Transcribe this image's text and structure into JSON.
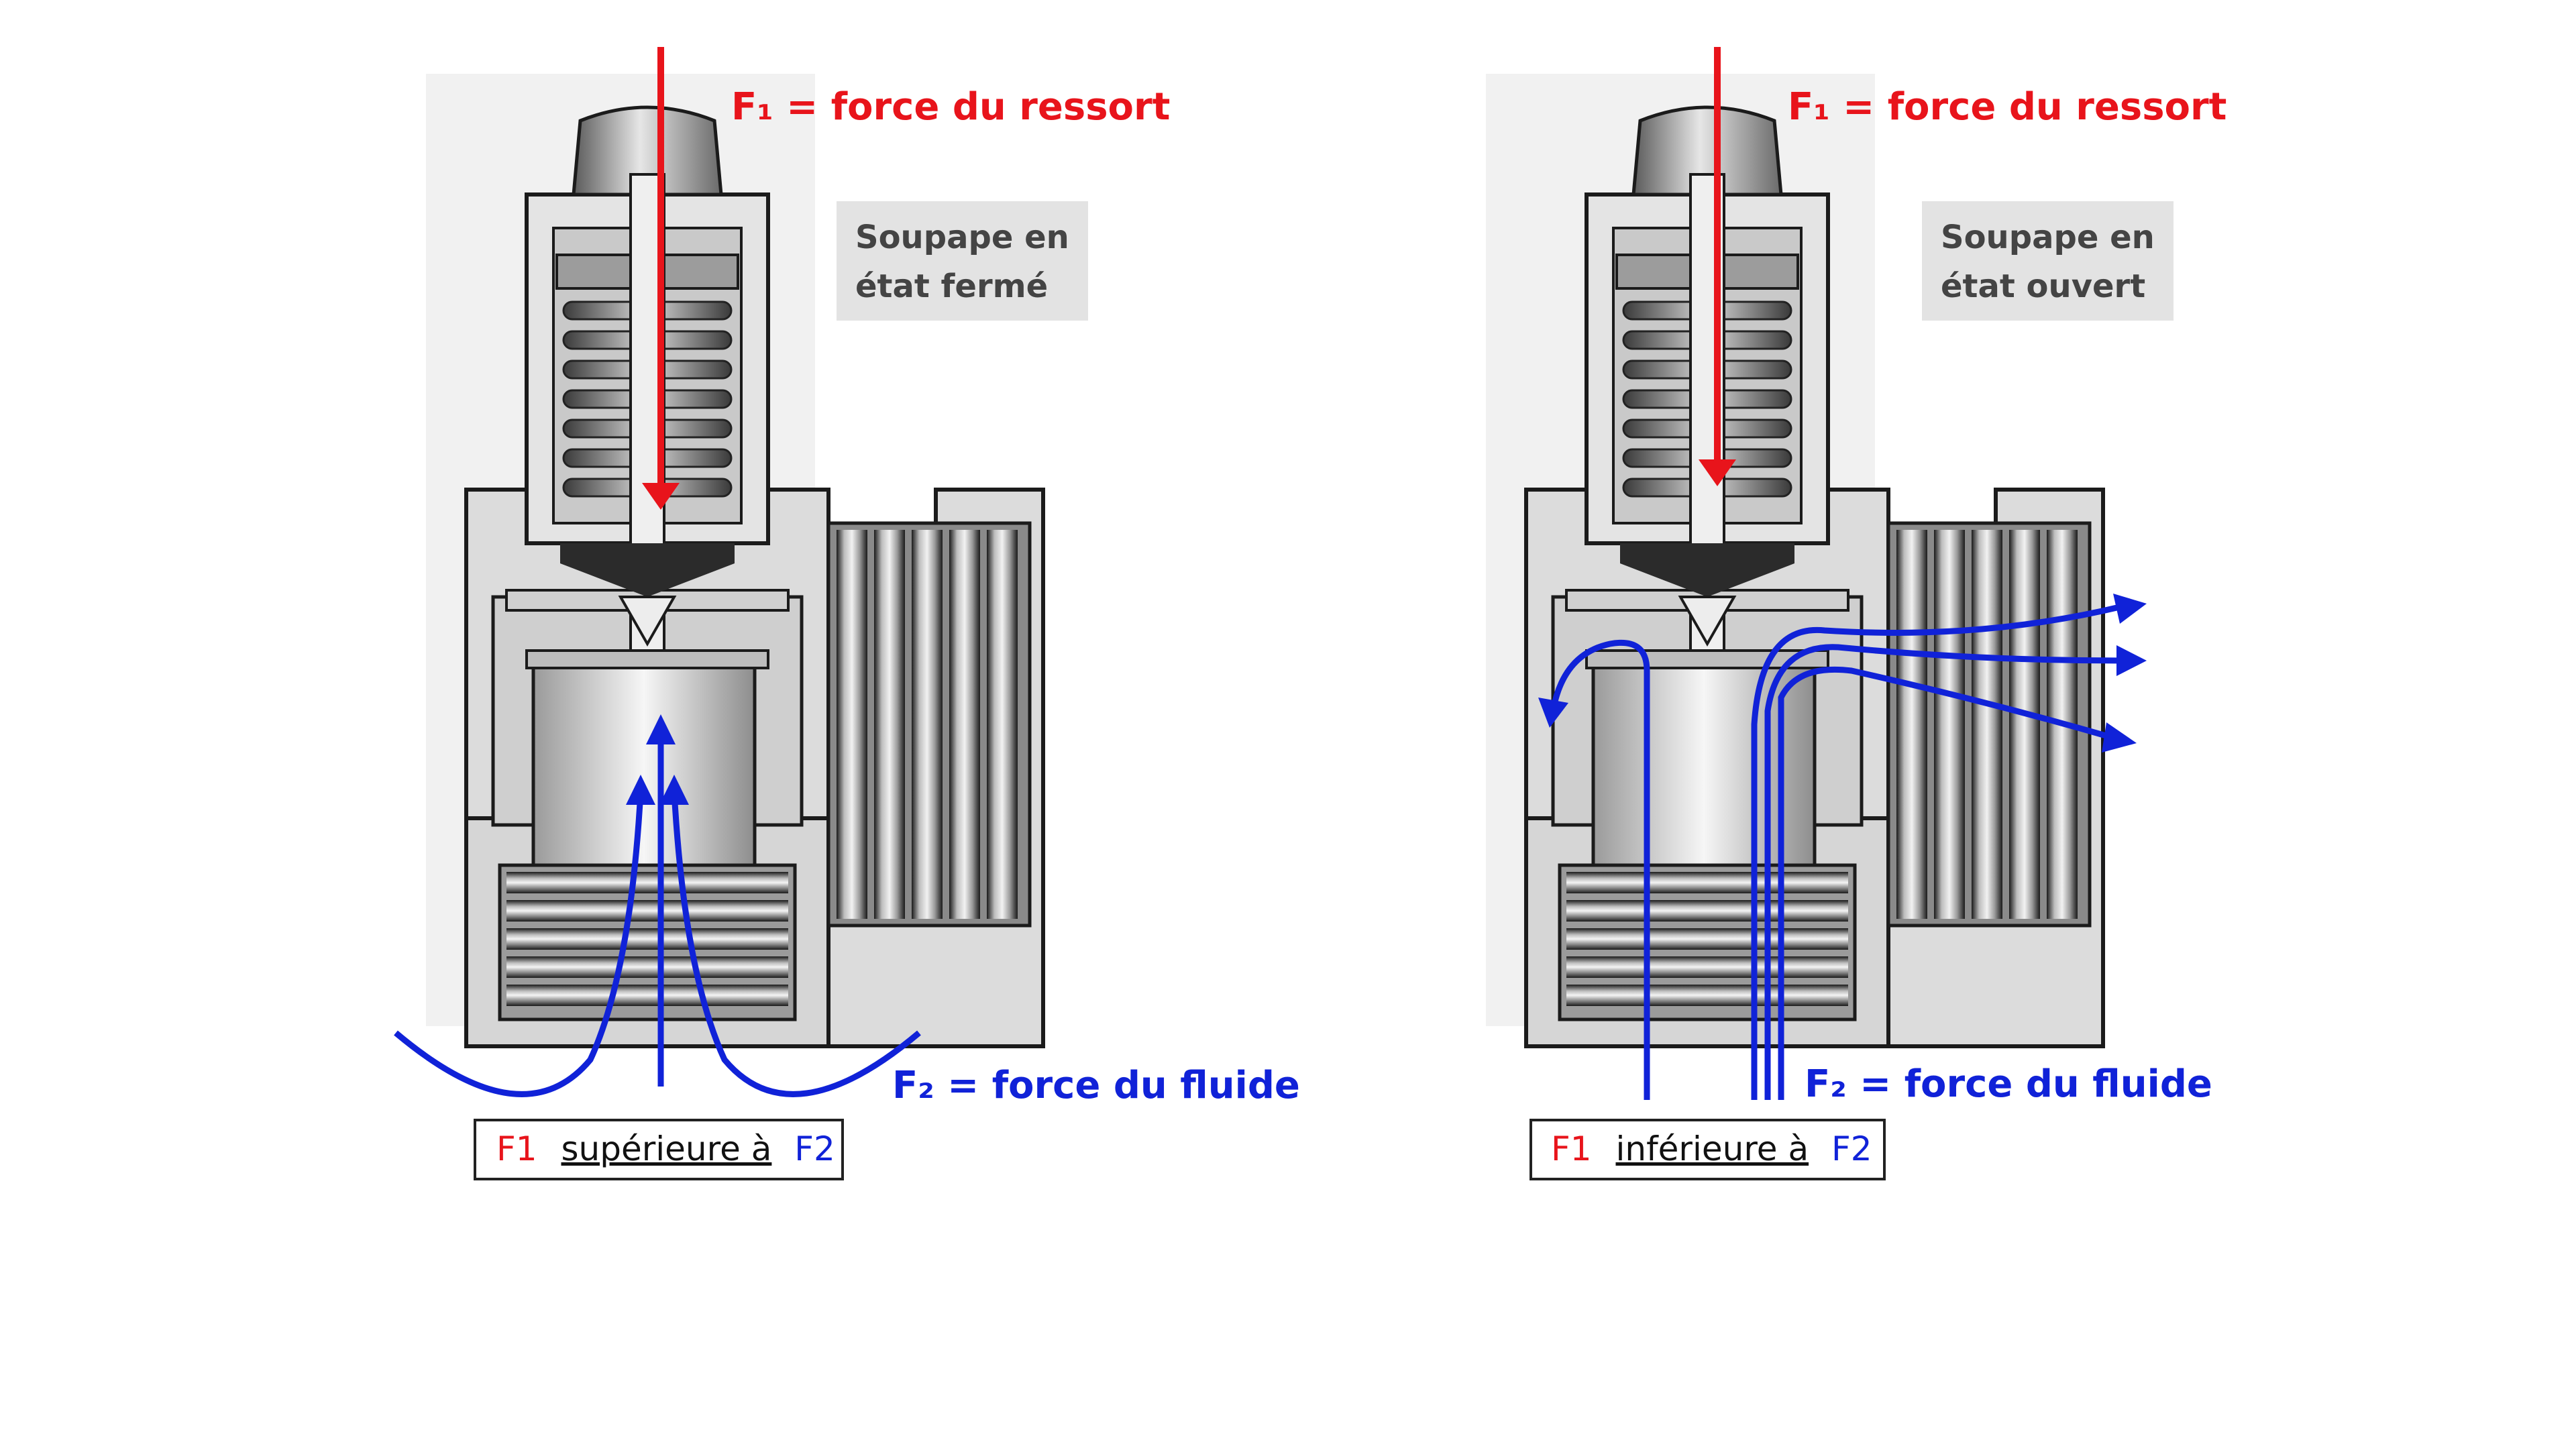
{
  "left": {
    "force_spring": "F₁ = force du ressort",
    "state_line1": "Soupape en",
    "state_line2": "état fermé",
    "force_fluid": "F₂ = force du fluide",
    "compare_f1": "F1",
    "compare_text": "supérieure à",
    "compare_f2": "F2"
  },
  "right": {
    "force_spring": "F₁ = force du ressort",
    "state_line1": "Soupape en",
    "state_line2": "état ouvert",
    "force_fluid": "F₂ = force du fluide",
    "compare_f1": "F1",
    "compare_text": "inférieure à",
    "compare_f2": "F2"
  },
  "colors": {
    "spring_force": "#e8141b",
    "fluid_force": "#1022d8",
    "label_box": "#e3e3e3"
  }
}
